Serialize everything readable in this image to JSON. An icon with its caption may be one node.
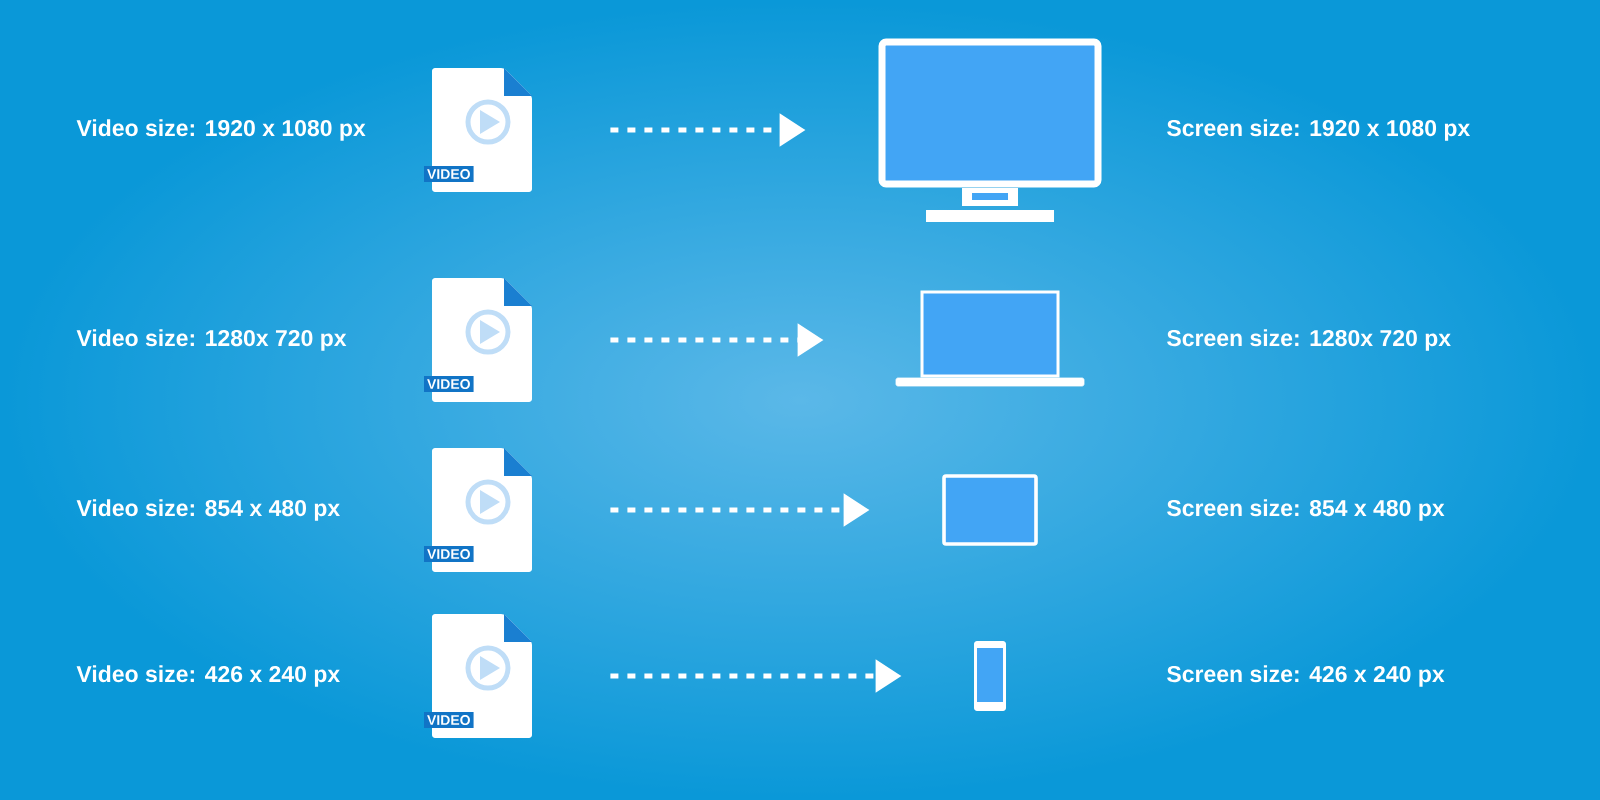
{
  "diagram": {
    "nodes": [
      {
        "text": [
          "VIDEO"
        ],
        "beside": [
          "Video size: 1920 x 1080 px"
        ]
      },
      {
        "text": [],
        "shape": "monitor"
      },
      {
        "text": [
          "VIDEO"
        ],
        "beside": [
          "Video size: 1280x 720 px"
        ]
      },
      {
        "text": [],
        "shape": "laptop"
      },
      {
        "text": [
          "VIDEO"
        ],
        "beside": [
          "Video size: 854 x 480 px"
        ]
      },
      {
        "text": [],
        "shape": "tablet"
      },
      {
        "text": [
          "VIDEO"
        ],
        "beside": [
          "Video size: 426 x 240 px"
        ]
      },
      {
        "text": [],
        "shape": "phone"
      }
    ],
    "edges": [
      {
        "from": 0,
        "to": 1,
        "arrow": "to",
        "style": "dashed"
      },
      {
        "from": 2,
        "to": 3,
        "arrow": "to",
        "style": "dashed"
      },
      {
        "from": 4,
        "to": 5,
        "arrow": "to",
        "style": "dashed"
      },
      {
        "from": 6,
        "to": 7,
        "arrow": "to",
        "style": "dashed"
      }
    ],
    "labels": [
      "Screen size: 1920 x 1080 px",
      "Screen size: 1280x 720 px",
      "Screen size: 854 x 480 px",
      "Screen size: 426 x 240 px"
    ]
  }
}
